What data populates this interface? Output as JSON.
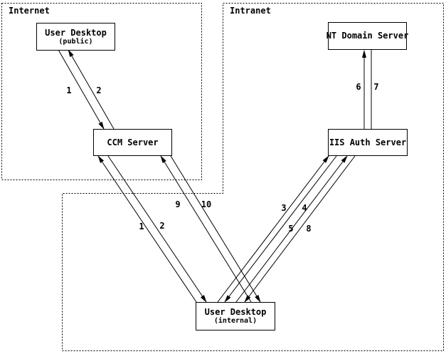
{
  "diagram": {
    "colors": {
      "line": "#000000",
      "background": "#ffffff"
    },
    "regions": [
      {
        "id": "internet",
        "label": "Internet"
      },
      {
        "id": "intranet",
        "label": "Intranet"
      }
    ],
    "nodes": [
      {
        "id": "user-desktop-public",
        "title": "User Desktop",
        "subtitle": "(public)"
      },
      {
        "id": "ccm-server",
        "title": "CCM Server"
      },
      {
        "id": "nt-domain-server",
        "title": "NT Domain Server"
      },
      {
        "id": "iis-auth-server",
        "title": "IIS Auth Server"
      },
      {
        "id": "user-desktop-internal",
        "title": "User Desktop",
        "subtitle": "(internal)"
      }
    ],
    "connections": [
      {
        "step": "1",
        "from": "user-desktop-public",
        "to": "ccm-server"
      },
      {
        "step": "2",
        "from": "ccm-server",
        "to": "user-desktop-public"
      },
      {
        "step": "1",
        "from": "user-desktop-internal",
        "to": "ccm-server"
      },
      {
        "step": "2",
        "from": "ccm-server",
        "to": "user-desktop-internal"
      },
      {
        "step": "9",
        "from": "user-desktop-internal",
        "to": "ccm-server"
      },
      {
        "step": "10",
        "from": "ccm-server",
        "to": "user-desktop-internal"
      },
      {
        "step": "3",
        "from": "user-desktop-internal",
        "to": "iis-auth-server"
      },
      {
        "step": "4",
        "from": "iis-auth-server",
        "to": "user-desktop-internal"
      },
      {
        "step": "5",
        "from": "user-desktop-internal",
        "to": "iis-auth-server"
      },
      {
        "step": "8",
        "from": "iis-auth-server",
        "to": "user-desktop-internal"
      },
      {
        "step": "6",
        "from": "iis-auth-server",
        "to": "nt-domain-server"
      },
      {
        "step": "7",
        "from": "nt-domain-server",
        "to": "iis-auth-server"
      }
    ]
  }
}
